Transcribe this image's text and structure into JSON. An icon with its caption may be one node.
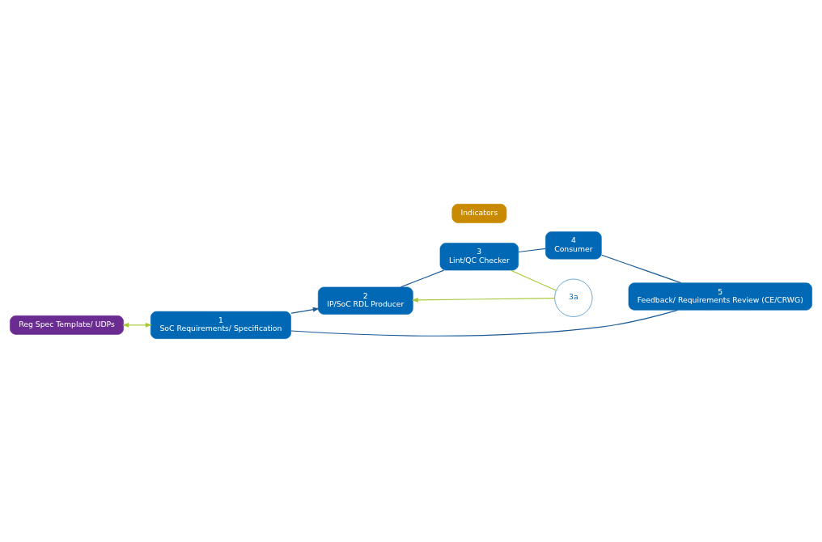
{
  "diagram": {
    "nodes": [
      {
        "text": [
          "Reg Spec Template/ UDPs"
        ]
      },
      {
        "text": [
          "1",
          "SoC Requirements/ Specification"
        ]
      },
      {
        "text": [
          "2",
          "IP/SoC RDL Producer"
        ]
      },
      {
        "text": [
          "3",
          "Lint/QC Checker"
        ]
      },
      {
        "text": [
          "Indicators"
        ]
      },
      {
        "text": [
          "4",
          "Consumer"
        ]
      },
      {
        "text": [
          "5",
          "Feedback/ Requirements Review (CE/CRWG)"
        ]
      },
      {
        "text": [
          "3a"
        ]
      }
    ],
    "edges": [
      {
        "from": 0,
        "to": 1,
        "arrow": "both",
        "color": "#a8c83a"
      },
      {
        "from": 1,
        "to": 2,
        "arrow": "to"
      },
      {
        "from": 2,
        "to": 3,
        "arrow": "none"
      },
      {
        "from": 3,
        "to": 5,
        "arrow": "none"
      },
      {
        "from": 5,
        "to": 6,
        "arrow": "none"
      },
      {
        "from": 6,
        "to": 1,
        "arrow": "none"
      },
      {
        "from": 3,
        "to": 7,
        "arrow": "none",
        "color": "#a8c83a"
      },
      {
        "from": 7,
        "to": 2,
        "arrow": "to",
        "color": "#a8c83a"
      }
    ]
  }
}
